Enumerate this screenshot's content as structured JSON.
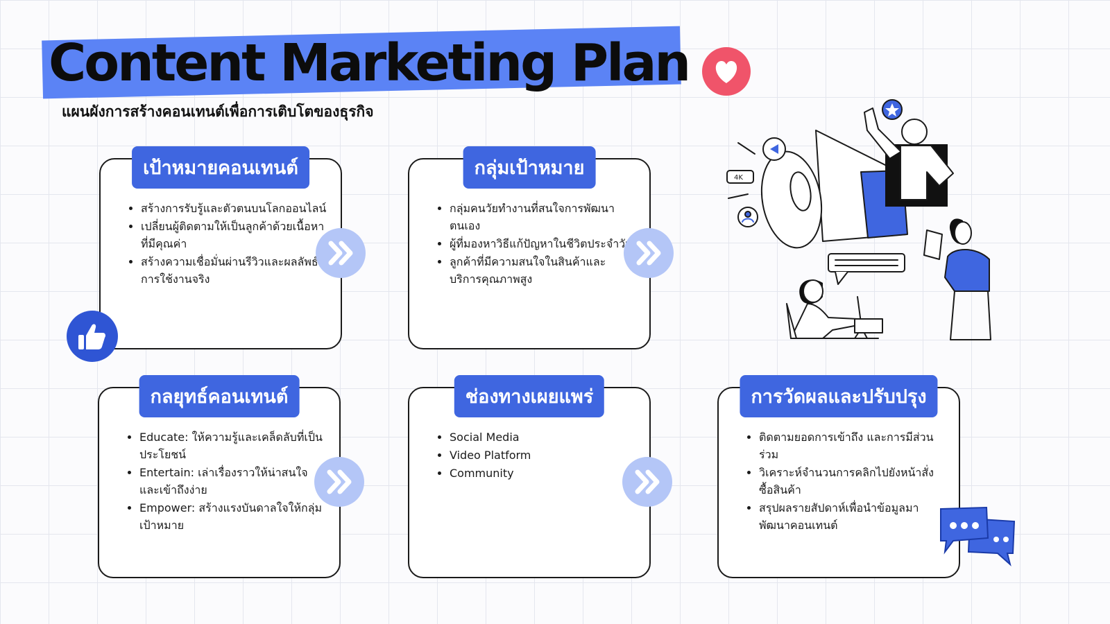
{
  "header": {
    "title": "Content Marketing Plan",
    "subtitle": "แผนผังการสร้างคอนเทนต์เพื่อการเติบโตของธุรกิจ"
  },
  "colors": {
    "accent": "#3f66e0",
    "title_highlight": "#5b83f5",
    "arrow_circle": "#b4c6f7",
    "heart": "#f0546a"
  },
  "cards": [
    {
      "label": "เป้าหมายคอนเทนต์",
      "items": [
        "สร้างการรับรู้และตัวตนบนโลกออนไลน์",
        "เปลี่ยนผู้ติดตามให้เป็นลูกค้าด้วยเนื้อหาที่มีคุณค่า",
        "สร้างความเชื่อมั่นผ่านรีวิวและผลลัพธ์การใช้งานจริง"
      ]
    },
    {
      "label": "กลุ่มเป้าหมาย",
      "items": [
        "กลุ่มคนวัยทำงานที่สนใจการพัฒนาตนเอง",
        "ผู้ที่มองหาวิธีแก้ปัญหาในชีวิตประจำวัน",
        "ลูกค้าที่มีความสนใจในสินค้าและบริการคุณภาพสูง"
      ]
    },
    {
      "label": "กลยุทธ์คอนเทนต์",
      "items": [
        "Educate: ให้ความรู้และเคล็ดลับที่เป็นประโยชน์",
        "Entertain: เล่าเรื่องราวให้น่าสนใจและเข้าถึงง่าย",
        "Empower: สร้างแรงบันดาลใจให้กลุ่มเป้าหมาย"
      ]
    },
    {
      "label": "ช่องทางเผยแพร่",
      "items": [
        "Social Media",
        "Video Platform",
        "Community"
      ]
    },
    {
      "label": "การวัดผลและปรับปรุง",
      "items": [
        "ติดตามยอดการเข้าถึง และการมีส่วนร่วม",
        "วิเคราะห์จำนวนการคลิกไปยังหน้าสั่งซื้อสินค้า",
        "สรุปผลรายสัปดาห์เพื่อนำข้อมูลมาพัฒนาคอนเทนต์"
      ]
    }
  ],
  "illustration": {
    "badge_text": "4K"
  },
  "icons": [
    "heart-icon",
    "thumbs-up-icon",
    "double-chevron-right-icon",
    "megaphone-illustration",
    "chat-bubbles-icon"
  ]
}
